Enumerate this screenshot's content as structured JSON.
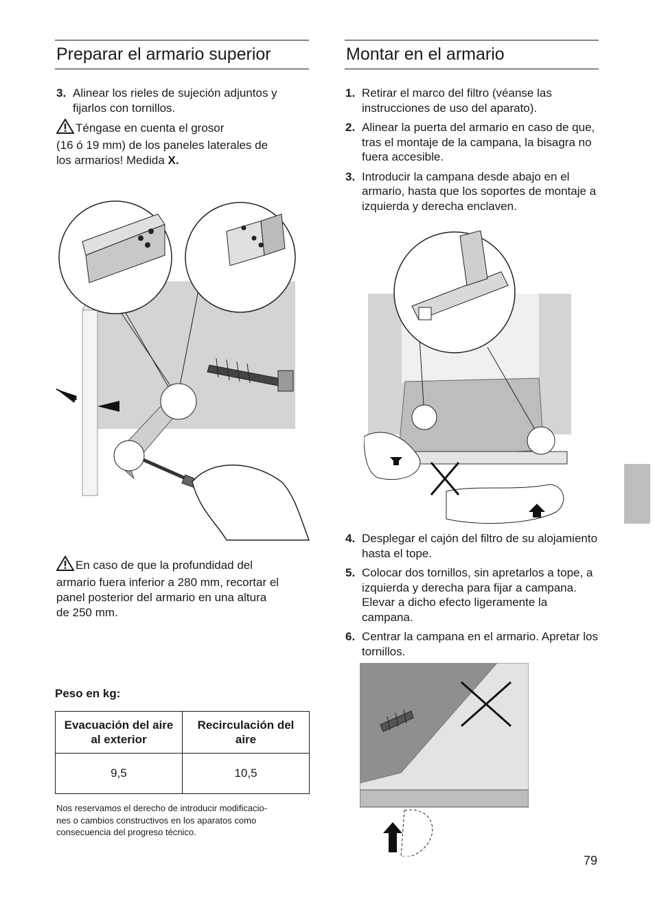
{
  "left": {
    "title": "Preparar el armario superior",
    "step3_num": "3.",
    "step3_text": "Alinear los rieles de sujeción adjuntos y fijarlos con tornillos.",
    "note1_line1": "Téngase en cuenta el grosor",
    "note1_line2": "(16 ó 19 mm) de los paneles laterales de",
    "note1_line3": "los armarios! Medida",
    "note1_measure": "X.",
    "note2_line1": "En caso de que la profundidad del",
    "note2_line2": "armario fuera inferior a 280 mm, recortar el",
    "note2_line3": "panel posterior del armario en una altura",
    "note2_line4": "de 250 mm.",
    "weight_label": "Peso en kg:",
    "table": {
      "headers": [
        "Evacuación del aire al exterior",
        "Recirculación del aire"
      ],
      "values": [
        "9,5",
        "10,5"
      ]
    },
    "disclaimer_line1": "Nos reservamos el derecho de introducir modificacio-",
    "disclaimer_line2": "nes o cambios constructivos en los aparatos como",
    "disclaimer_line3": "consecuencia del progreso técnico."
  },
  "right": {
    "title": "Montar en el armario",
    "steps": [
      {
        "num": "1.",
        "text": "Retirar el marco del filtro (véanse las instrucciones de uso del aparato)."
      },
      {
        "num": "2.",
        "text": "Alinear la puerta del armario en caso de que, tras el montaje de la campana, la bisagra no fuera accesible."
      },
      {
        "num": "3.",
        "text": "Introducir la campana desde abajo en el armario, hasta que los soportes de montaje a izquierda y derecha enclaven."
      }
    ],
    "steps2": [
      {
        "num": "4.",
        "text": "Desplegar el cajón del filtro de su alojamiento hasta el tope."
      },
      {
        "num": "5.",
        "text": "Colocar dos tornillos, sin apretarlos a tope, a izquierda y derecha para fijar a campana. Elevar a dicho efecto ligeramente la campana."
      },
      {
        "num": "6.",
        "text": "Centrar la campana en el armario. Apretar los tornillos."
      }
    ]
  },
  "page_number": "79",
  "icons": [
    "warning-triangle-icon"
  ],
  "colors": {
    "text": "#1a1a1a",
    "figure_fill": "#d4d4d4",
    "tab": "#bdbdbd"
  }
}
